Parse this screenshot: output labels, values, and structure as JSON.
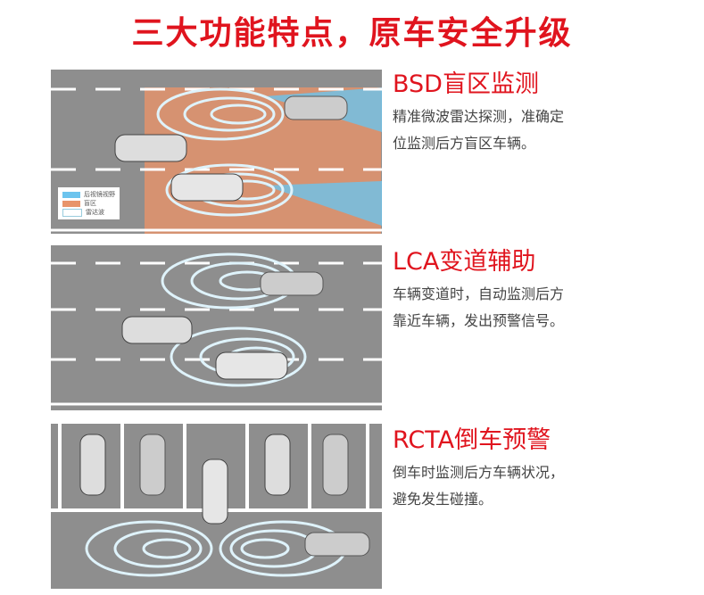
{
  "title": "三大功能特点，原车安全升级",
  "features": [
    {
      "name": "BSD盲区监测",
      "desc1": "精准微波雷达探测，准确定",
      "desc2": "位监测后方盲区车辆。"
    },
    {
      "name": "LCA变道辅助",
      "desc1": "车辆变道时，自动监测后方",
      "desc2": "靠近车辆，发出预警信号。"
    },
    {
      "name": "RCTA倒车预警",
      "desc1": "倒车时监测后方车辆状况，",
      "desc2": "避免发生碰撞。"
    }
  ],
  "legend": {
    "mirror": "后视镜视野",
    "blind": "盲区",
    "radar": "雷达波"
  },
  "colors": {
    "accent": "#e0141e",
    "road": "#8e8e8e",
    "blind": "#e8946a",
    "mirror": "#6cc4ee"
  }
}
